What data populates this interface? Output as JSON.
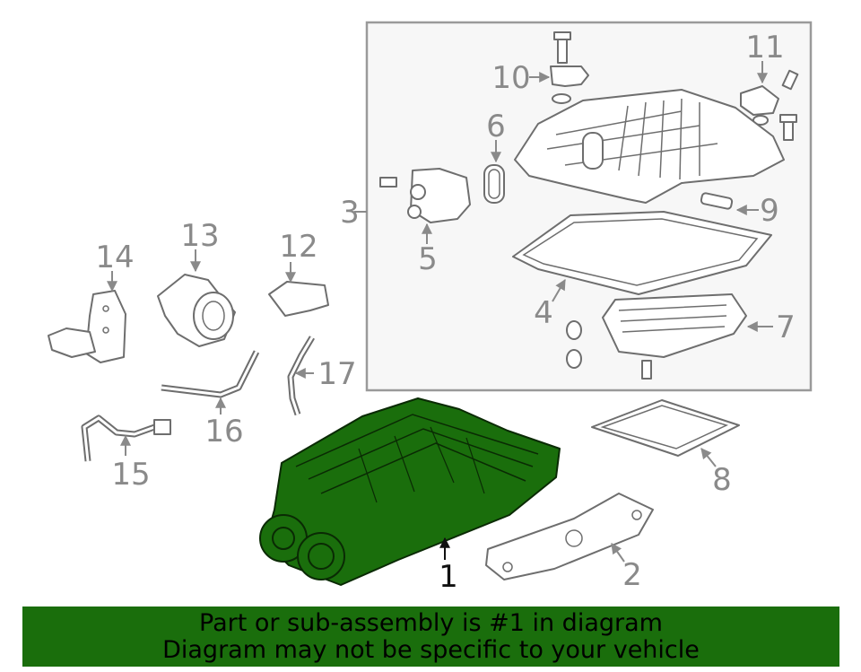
{
  "callouts": {
    "c1": "1",
    "c2": "2",
    "c3": "3",
    "c4": "4",
    "c5": "5",
    "c6": "6",
    "c7": "7",
    "c8": "8",
    "c9": "9",
    "c10": "10",
    "c11": "11",
    "c12": "12",
    "c13": "13",
    "c14": "14",
    "c15": "15",
    "c16": "16",
    "c17": "17"
  },
  "banner": {
    "line1": "Part or sub-assembly is #1 in diagram",
    "line2": "Diagram may not be specific to your vehicle"
  },
  "colors": {
    "highlight": "#1a6e0c",
    "linework": "#8a8a8a"
  }
}
